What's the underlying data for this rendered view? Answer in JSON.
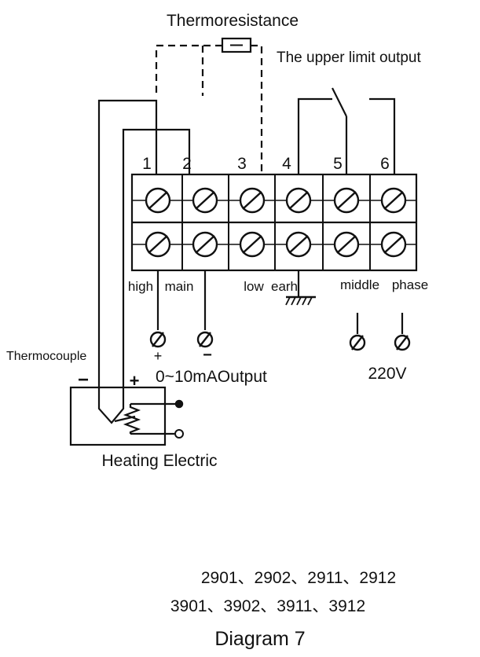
{
  "labels": {
    "thermoresistance": "Thermoresistance",
    "upper_limit_output": "The upper limit output",
    "thermocouple": "Thermocouple",
    "heating_electric": "Heating Electric",
    "output": "0~10mAOutput",
    "voltage": "220V",
    "caption": "Diagram 7"
  },
  "terminals": [
    {
      "number": "1",
      "label": "high"
    },
    {
      "number": "2",
      "label": "main"
    },
    {
      "number": "3",
      "label": "low"
    },
    {
      "number": "4",
      "label": "earh"
    },
    {
      "number": "5",
      "label": "middle"
    },
    {
      "number": "6",
      "label": "phase"
    }
  ],
  "polarity": {
    "thermocouple_neg": "−",
    "thermocouple_pos": "+",
    "output_pos": "+",
    "output_neg": "−"
  },
  "models": [
    "2901、2902、2911、2912",
    "3901、3902、3911、3912"
  ]
}
